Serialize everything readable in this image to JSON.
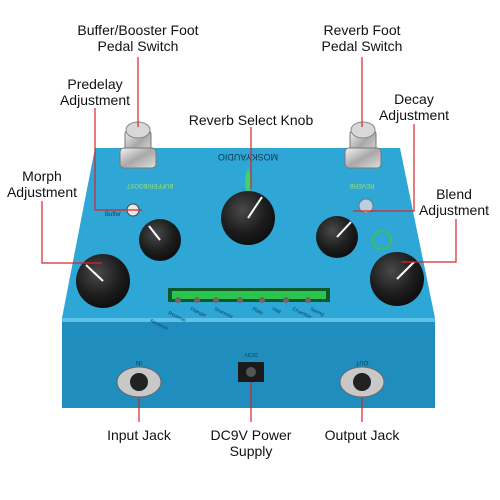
{
  "pedal": {
    "brand": "MOSKYAUDIO",
    "left_switch_text": "BUFFER/BOOST",
    "right_switch_text": "REVERB",
    "buffer_label": "Buffer",
    "jack_in": "IN",
    "jack_out": "OUT",
    "power_label": "DC9V",
    "modes": [
      "Room",
      "Hall",
      "Plate",
      "Chamber",
      "Spring",
      "Shimmer",
      "Flanger",
      "Reverse",
      "Reverse"
    ],
    "colors": {
      "body": "#2a9fcf",
      "body_dark": "#1f83ae",
      "knob": "#1b1b1b",
      "led": "#30d050",
      "line": "#d9242a"
    }
  },
  "callouts": {
    "buffer_switch": [
      "Buffer/Booster Foot",
      "Pedal Switch"
    ],
    "reverb_switch": [
      "Reverb Foot",
      "Pedal Switch"
    ],
    "predelay": [
      "Predelay",
      "Adjustment"
    ],
    "decay": [
      "Decay",
      "Adjustment"
    ],
    "reverb_select": [
      "Reverb Select Knob"
    ],
    "morph": [
      "Morph",
      "Adjustment"
    ],
    "blend": [
      "Blend",
      "Adjustment"
    ],
    "input_jack": [
      "Input Jack"
    ],
    "power": [
      "DC9V Power",
      "Supply"
    ],
    "output_jack": [
      "Output Jack"
    ]
  }
}
